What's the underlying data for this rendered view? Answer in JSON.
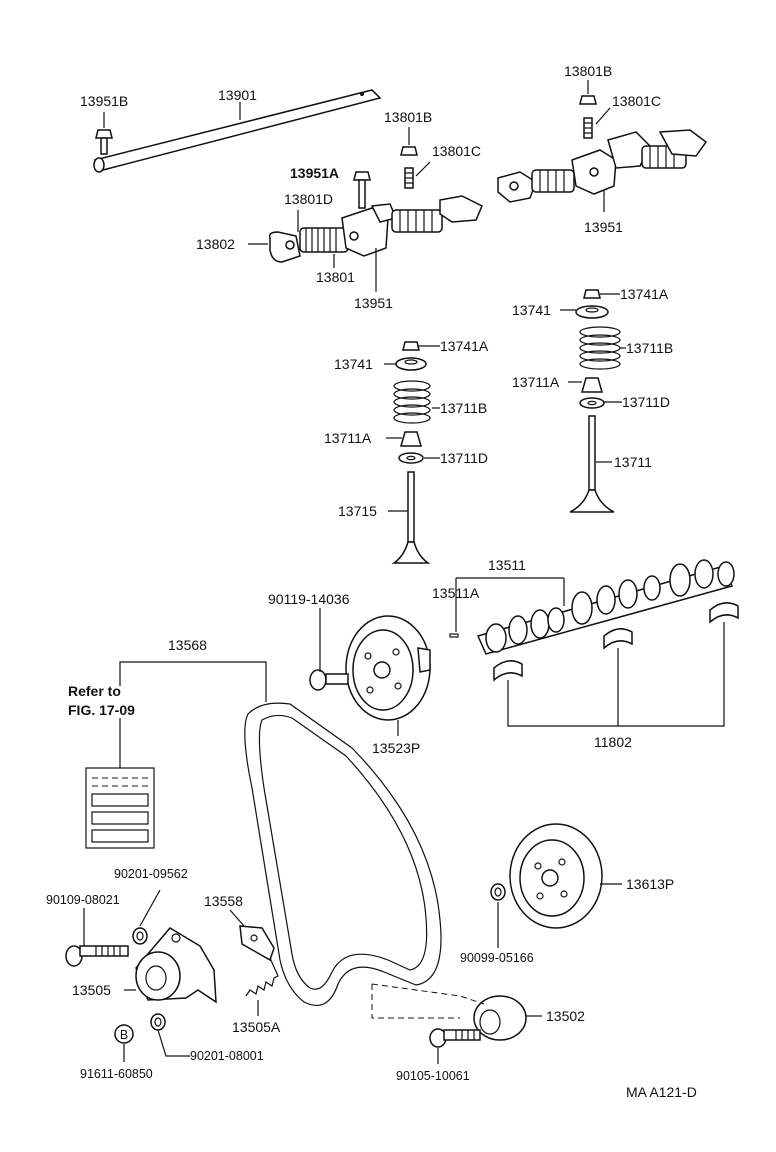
{
  "parts": {
    "p13951B": "13951B",
    "p13901": "13901",
    "p13801B_a": "13801B",
    "p13801C_a": "13801C",
    "p13801B_b": "13801B",
    "p13801C_b": "13801C",
    "p13951A": "13951A",
    "p13801D": "13801D",
    "p13802": "13802",
    "p13801": "13801",
    "p13951_a": "13951",
    "p13951_b": "13951",
    "p13741A_a": "13741A",
    "p13741_a": "13741",
    "p13711B_a": "13711B",
    "p13711A_a": "13711A",
    "p13711D_a": "13711D",
    "p13711": "13711",
    "p13741A_b": "13741A",
    "p13741_b": "13741",
    "p13711B_b": "13711B",
    "p13711A_b": "13711A",
    "p13711D_b": "13711D",
    "p13715": "13715",
    "p13511": "13511",
    "p13511A": "13511A",
    "p90119": "90119-14036",
    "p13568": "13568",
    "p13523P": "13523P",
    "p11802": "11802",
    "p13613P": "13613P",
    "p90201_09562": "90201-09562",
    "p90109": "90109-08021",
    "p13558": "13558",
    "p13505": "13505",
    "p13505A": "13505A",
    "p90099": "90099-05166",
    "p13502": "13502",
    "p91611": "91611-60850",
    "p90201_08001": "90201-08001",
    "p90105": "90105-10061",
    "circleB": "B"
  },
  "refer_line1": "Refer to",
  "refer_line2": "FIG. 17-09",
  "figure_code": "MA A121-D"
}
